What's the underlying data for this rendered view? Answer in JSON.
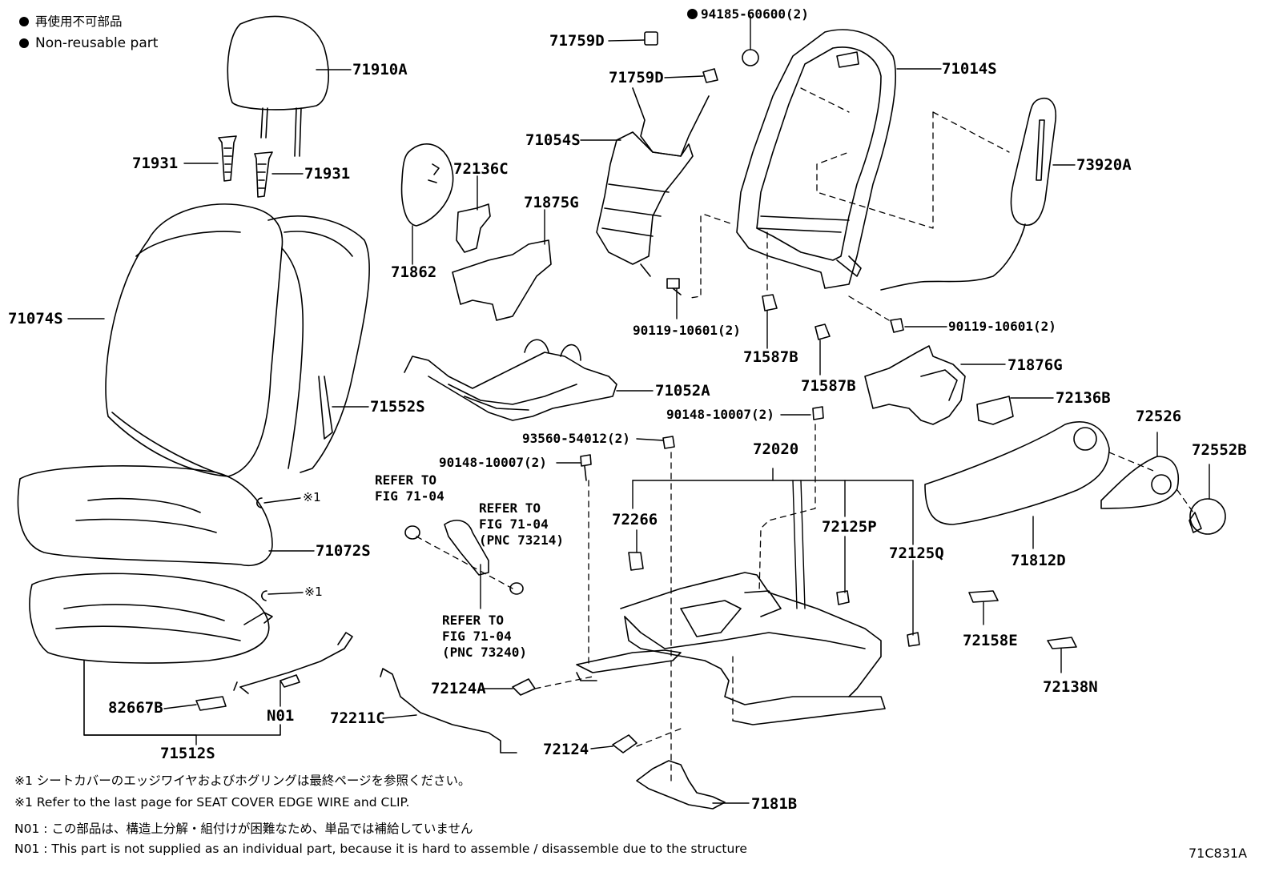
{
  "legend": {
    "jp": "再使用不可部品",
    "en": "Non-reusable part"
  },
  "labels": {
    "p71910A": "71910A",
    "p71931a": "71931",
    "p71931b": "71931",
    "p71074S": "71074S",
    "p71552S": "71552S",
    "p71072S": "71072S",
    "mark1a": "※1",
    "mark1b": "※1",
    "p82667B": "82667B",
    "pN01": "N01",
    "p71512S": "71512S",
    "p71862": "71862",
    "p72136C": "72136C",
    "p71875G": "71875G",
    "p71759Da": "71759D",
    "p71759Db": "71759D",
    "p71054S": "71054S",
    "p94185": "94185-60600(2)",
    "p71014S": "71014S",
    "p73920A": "73920A",
    "p90119a": "90119-10601(2)",
    "p90119b": "90119-10601(2)",
    "p71587Ba": "71587B",
    "p71587Bb": "71587B",
    "p71876G": "71876G",
    "p72136B": "72136B",
    "p71052A": "71052A",
    "p90148a": "90148-10007(2)",
    "p90148b": "90148-10007(2)",
    "p93560": "93560-54012(2)",
    "p72020": "72020",
    "p72266": "72266",
    "p72125P": "72125P",
    "p72125Q": "72125Q",
    "p72526": "72526",
    "p72552B": "72552B",
    "p71812D": "71812D",
    "p72158E": "72158E",
    "p72138N": "72138N",
    "p72124A": "72124A",
    "p72124": "72124",
    "p72211C": "72211C",
    "p7181B": "7181B"
  },
  "refs": {
    "ref1": "REFER TO\nFIG 71-04",
    "ref2": "REFER TO\nFIG 71-04\n(PNC 73214)",
    "ref3": "REFER TO\nFIG 71-04\n(PNC 73240)"
  },
  "notes": {
    "n1_jp": "※1 シートカバーのエッジワイヤおよびホグリングは最終ページを参照ください。",
    "n1_en": "※1 Refer to the last page for SEAT COVER EDGE WIRE and CLIP.",
    "n2_jp": "N01 : この部品は、構造上分解・組付けが困難なため、単品では補給していません",
    "n2_en": "N01 : This part is not supplied as an individual part, because it is hard to assemble / disassemble due to the structure"
  },
  "figure_id": "71C831A"
}
